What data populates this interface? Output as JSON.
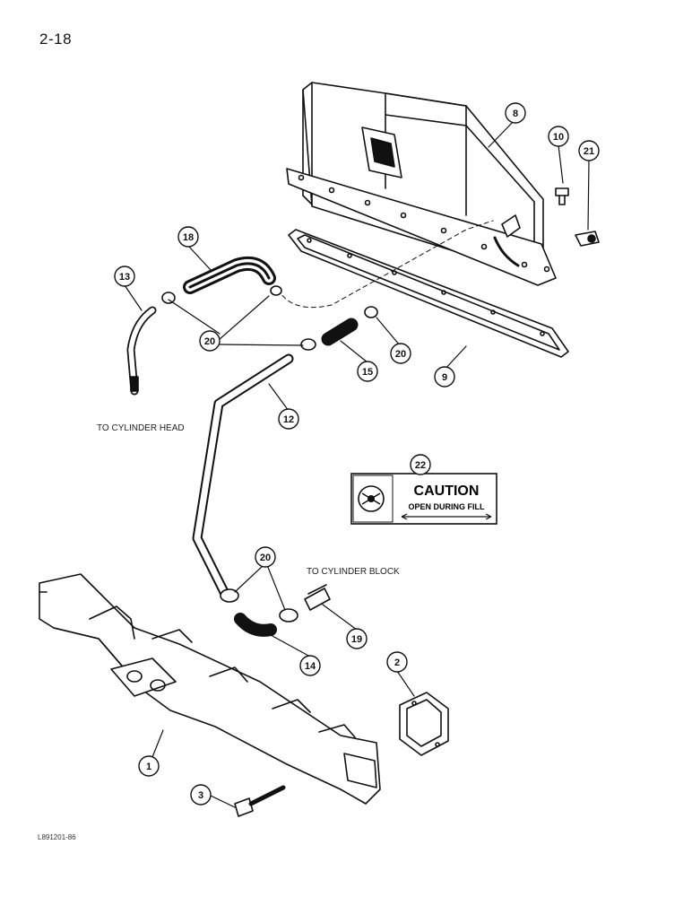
{
  "page": {
    "number": "2-18",
    "figure_code": "L891201-86"
  },
  "labels": {
    "to_cylinder_head": "TO CYLINDER HEAD",
    "to_cylinder_block": "TO CYLINDER BLOCK"
  },
  "decal": {
    "title": "CAUTION",
    "subtitle": "OPEN DURING FILL"
  },
  "callouts": {
    "c1": "1",
    "c2": "2",
    "c3": "3",
    "c8": "8",
    "c9": "9",
    "c10": "10",
    "c12": "12",
    "c13": "13",
    "c14": "14",
    "c15": "15",
    "c18": "18",
    "c19": "19",
    "c20a": "20",
    "c20b": "20",
    "c20c": "20",
    "c21": "21",
    "c22": "22"
  }
}
